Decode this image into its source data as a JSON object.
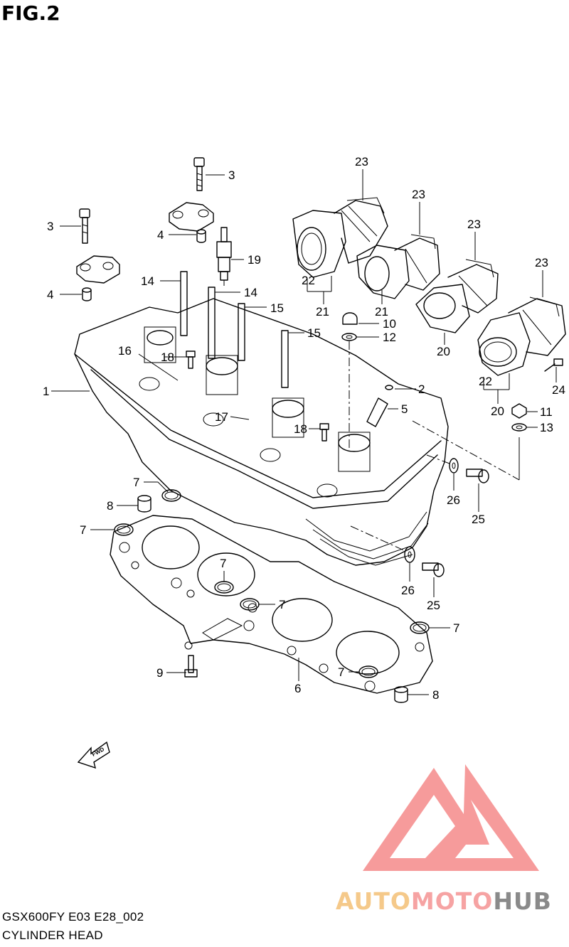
{
  "figure": {
    "title": "FIG.2",
    "model_code": "GSX600FY E03 E28_002",
    "caption": "CYLINDER HEAD",
    "fwd_label": "FWD"
  },
  "brand": {
    "part1": "AUTO",
    "part2": "MOTO",
    "part3": "HUB",
    "colors": {
      "logo_red": "#f58a8a",
      "auto": "#f5c98a",
      "moto": "#f6a3a3",
      "hub": "#8a8a8a"
    }
  },
  "callouts": [
    {
      "id": "c1",
      "label": "1"
    },
    {
      "id": "c2",
      "label": "2"
    },
    {
      "id": "c3a",
      "label": "3"
    },
    {
      "id": "c3b",
      "label": "3"
    },
    {
      "id": "c4a",
      "label": "4"
    },
    {
      "id": "c4b",
      "label": "4"
    },
    {
      "id": "c5",
      "label": "5"
    },
    {
      "id": "c6",
      "label": "6"
    },
    {
      "id": "c7a",
      "label": "7"
    },
    {
      "id": "c7b",
      "label": "7"
    },
    {
      "id": "c7c",
      "label": "7"
    },
    {
      "id": "c7d",
      "label": "7"
    },
    {
      "id": "c7e",
      "label": "7"
    },
    {
      "id": "c7f",
      "label": "7"
    },
    {
      "id": "c8a",
      "label": "8"
    },
    {
      "id": "c8b",
      "label": "8"
    },
    {
      "id": "c9",
      "label": "9"
    },
    {
      "id": "c10",
      "label": "10"
    },
    {
      "id": "c11",
      "label": "11"
    },
    {
      "id": "c12",
      "label": "12"
    },
    {
      "id": "c13",
      "label": "13"
    },
    {
      "id": "c14a",
      "label": "14"
    },
    {
      "id": "c14b",
      "label": "14"
    },
    {
      "id": "c15a",
      "label": "15"
    },
    {
      "id": "c15b",
      "label": "15"
    },
    {
      "id": "c16",
      "label": "16"
    },
    {
      "id": "c17",
      "label": "17"
    },
    {
      "id": "c18a",
      "label": "18"
    },
    {
      "id": "c18b",
      "label": "18"
    },
    {
      "id": "c19",
      "label": "19"
    },
    {
      "id": "c20a",
      "label": "20"
    },
    {
      "id": "c20b",
      "label": "20"
    },
    {
      "id": "c21a",
      "label": "21"
    },
    {
      "id": "c21b",
      "label": "21"
    },
    {
      "id": "c22a",
      "label": "22"
    },
    {
      "id": "c22b",
      "label": "22"
    },
    {
      "id": "c23a",
      "label": "23"
    },
    {
      "id": "c23b",
      "label": "23"
    },
    {
      "id": "c23c",
      "label": "23"
    },
    {
      "id": "c23d",
      "label": "23"
    },
    {
      "id": "c24",
      "label": "24"
    },
    {
      "id": "c25a",
      "label": "25"
    },
    {
      "id": "c25b",
      "label": "25"
    },
    {
      "id": "c26a",
      "label": "26"
    },
    {
      "id": "c26b",
      "label": "26"
    }
  ]
}
